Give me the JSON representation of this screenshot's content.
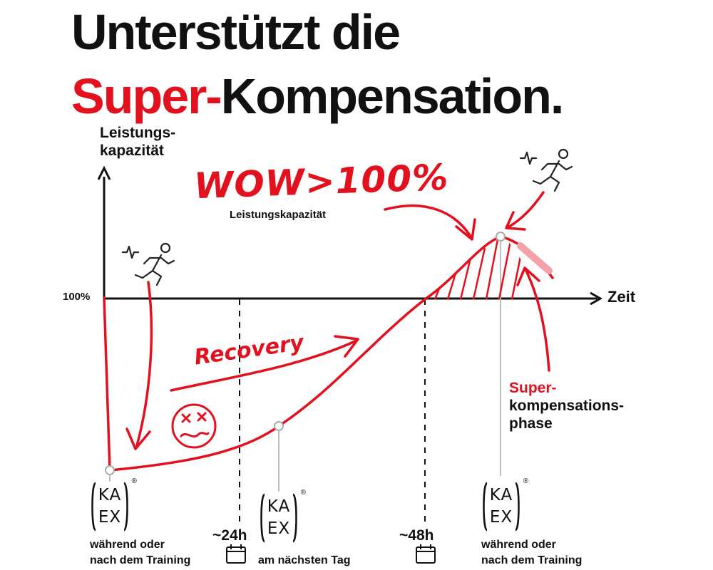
{
  "headline": {
    "line1": "Unterstützt die",
    "line2_red": "Super-",
    "line2_black": "Kompensation."
  },
  "axes": {
    "y_label": "Leistungs-\nkapazität",
    "baseline_label": "100%",
    "x_label": "Zeit"
  },
  "annotations": {
    "wow": "WOW>100%",
    "wow_sub": "Leistungskapazität",
    "recovery": "Recovery",
    "phase_red": "Super-",
    "phase_rest": "kompensations-\nphase"
  },
  "markers": [
    {
      "hours": "~24h"
    },
    {
      "hours": "~48h"
    }
  ],
  "logos": [
    {
      "top": "KA",
      "bottom": "EX",
      "reg": "®",
      "caption": "während oder\nnach dem Training"
    },
    {
      "top": "KA",
      "bottom": "EX",
      "reg": "®",
      "caption": "am nächsten Tag"
    },
    {
      "top": "KA",
      "bottom": "EX",
      "reg": "®",
      "caption": "während oder\nnach dem Training"
    }
  ],
  "icons": [
    "runner-icon",
    "dizzy-face-icon",
    "calendar-icon"
  ],
  "colors": {
    "accent": "#e3101e",
    "text": "#111111"
  }
}
